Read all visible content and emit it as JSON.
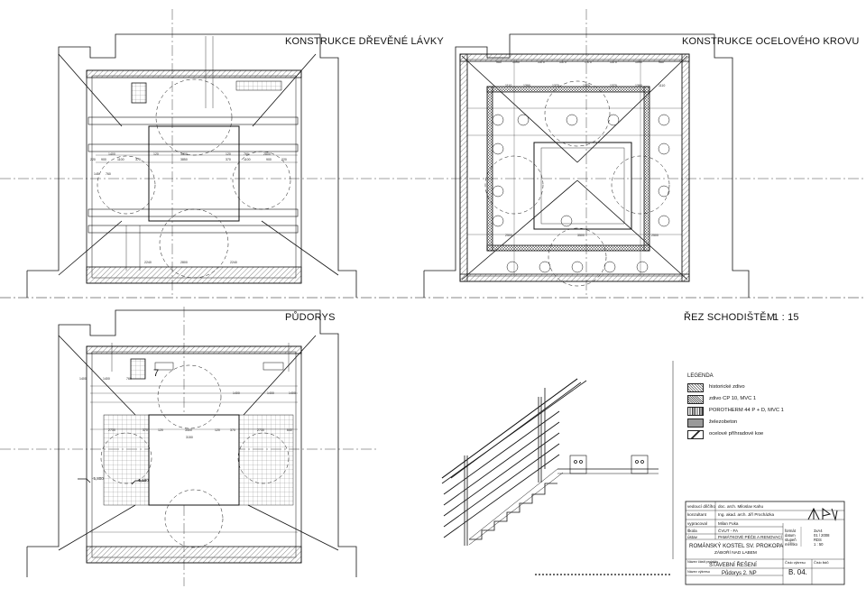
{
  "titles": {
    "top_left": "KONSTRUKCE DŘEVĚNÉ LÁVKY",
    "top_right": "KONSTRUKCE OCELOVÉHO KROVU",
    "bottom_left": "PŮDORYS",
    "bottom_right": "ŘEZ SCHODIŠTĚM",
    "scale": "1 : 15"
  },
  "labels": {
    "room_number": "7",
    "level_1": "-5,800",
    "level_2": "-5,100"
  },
  "legend": {
    "heading": "LEGENDA",
    "items": [
      {
        "label": "historické zdivo",
        "pattern": "hatch"
      },
      {
        "label": "zdivo CP 10,  MVC 1",
        "pattern": "cross"
      },
      {
        "label": "POROTHERM 44 P + D,  MVC 1",
        "pattern": "dense"
      },
      {
        "label": "železobeton",
        "pattern": "gray"
      },
      {
        "label": "ocelové příhradové koe",
        "pattern": "truss"
      }
    ]
  },
  "title_block": {
    "rows": [
      {
        "k": "vedoucí dílčího",
        "v": "doc. arch. Miloslav Kahu"
      },
      {
        "k": "konzultant",
        "v": "Ing. akad. arch. Jiří Procházka"
      },
      {
        "k": "vypracoval",
        "v": "Milan Fuka"
      },
      {
        "k": "škola",
        "v": "ČVUT - FA"
      },
      {
        "k": "ústav",
        "v": "PAMÁTKOVÉ PÉČE A RENOVACÍ"
      }
    ],
    "project": "ROMÁNSKÝ KOSTEL SV. PROKOPA",
    "place": "ZÁBOŘÍ NAD LABEM",
    "stage_label": "Název části projektu",
    "stage": "STAVEBNÍ ŘEŠENÍ",
    "drawing_label": "Název výkresu",
    "drawing": "Půdorys 2. NP",
    "number_label": "Číslo výkresu",
    "number": "B. 04.",
    "count_label": "Číslo listů",
    "meta_keys": [
      "formát",
      "datum",
      "stupeň",
      "měřítko"
    ],
    "meta_vals": [
      "3xA4",
      "01 / 2008",
      "RDS",
      "1 : 50"
    ]
  },
  "colors": {
    "line": "#111111",
    "hatch": "#555555",
    "gray_fill": "#9a9a9a"
  }
}
